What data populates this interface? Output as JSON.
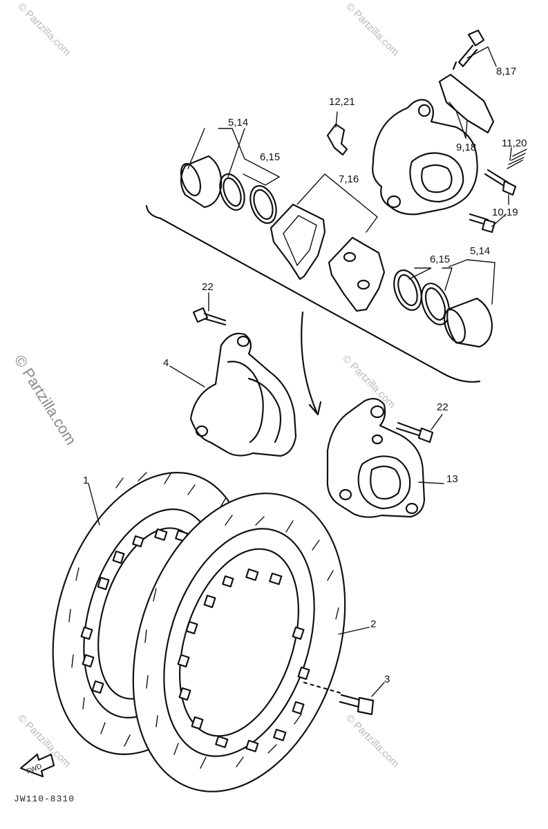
{
  "callouts": {
    "c1": "1",
    "c2": "2",
    "c3": "3",
    "c4": "4",
    "c5_14_top": "5,14",
    "c6_15_top": "6,15",
    "c7_16": "7,16",
    "c8_17": "8,17",
    "c9_18": "9,18",
    "c10_19": "10,19",
    "c11_20": "11,20",
    "c12_21": "12,21",
    "c13": "13",
    "c22_left": "22",
    "c22_right": "22",
    "c6_15_bottom": "6,15",
    "c5_14_bottom": "5,14"
  },
  "arrow_label": "FWD",
  "drawing_code": "JW110-8310",
  "watermark": {
    "copyright": "© Partzilla.com",
    "short": "© Partzilla.com"
  },
  "colors": {
    "ink": "#111111",
    "watermark": "#b9b9b9",
    "background": "#ffffff"
  }
}
